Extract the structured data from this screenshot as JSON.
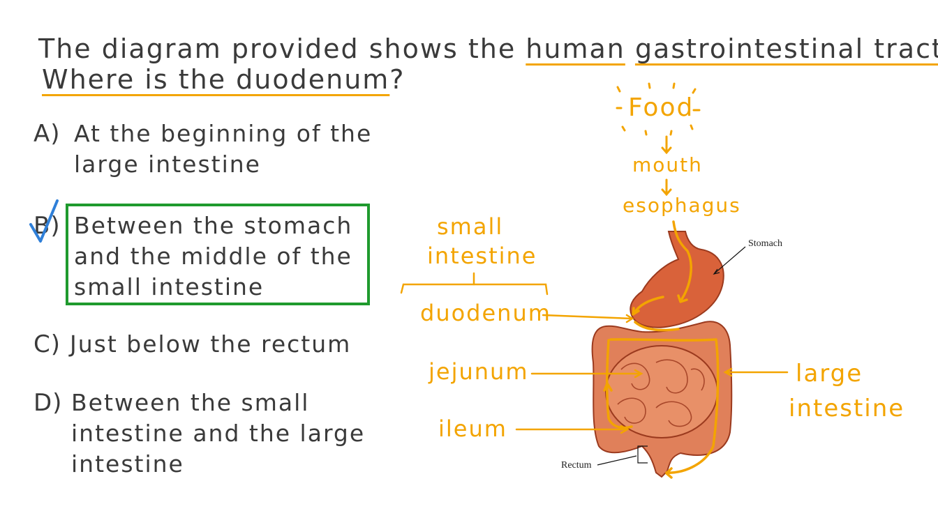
{
  "question": {
    "line1_a": "The diagram provided shows the ",
    "line1_b": "human",
    "line1_c": " ",
    "line1_d": "gastrointestinal tract.",
    "line2_a": "Where is the duodenum",
    "line2_b": "?"
  },
  "options": [
    {
      "letter": "A)",
      "lines": [
        "At the beginning of the",
        "large intestine"
      ]
    },
    {
      "letter": "B)",
      "lines": [
        "Between the stomach",
        "and the middle of the",
        "small intestine"
      ]
    },
    {
      "letter": "C)",
      "lines": [
        "Just below the rectum"
      ]
    },
    {
      "letter": "D)",
      "lines": [
        "Between the small",
        "intestine and the large",
        "intestine"
      ]
    }
  ],
  "annotations": {
    "food": "Food",
    "mouth": "mouth",
    "esophagus": "esophagus",
    "small_intestine_1": "small",
    "small_intestine_2": "intestine",
    "duodenum": "duodenum",
    "jejunum": "jejunum",
    "ileum": "ileum",
    "large_intestine_1": "large",
    "large_intestine_2": "intestine"
  },
  "diagram_labels": {
    "stomach": "Stomach",
    "rectum": "Rectum"
  },
  "colors": {
    "annotation": "#f3a400",
    "correct_box": "#1f9a2e",
    "checkmark": "#2f7fd8",
    "organ": "#d9623a",
    "intestine": "#e89068"
  }
}
